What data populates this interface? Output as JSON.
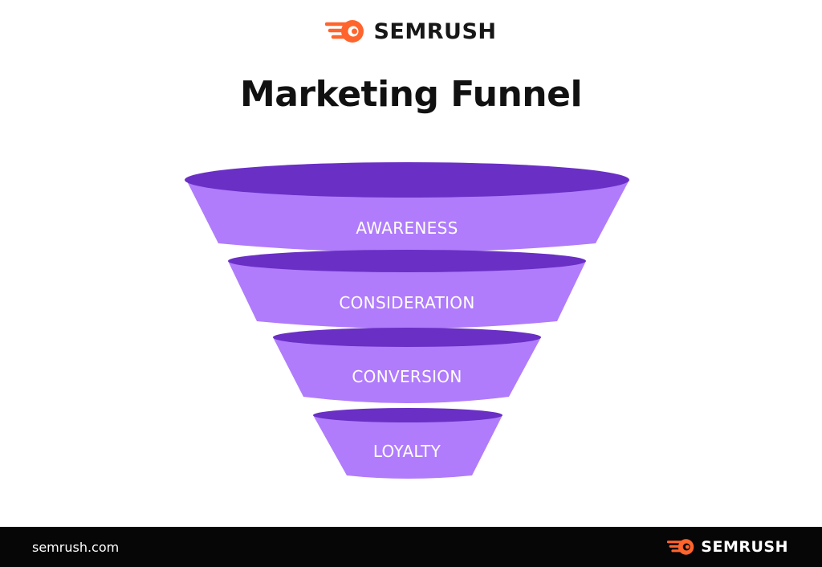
{
  "brand": {
    "name": "SEMRUSH",
    "accent_color": "#FF642D",
    "icon": "semrush-fireball-icon"
  },
  "title": "Marketing Funnel",
  "funnel": {
    "rim_color": "#6A2FC5",
    "body_color": "#B07CFB",
    "stages": [
      "AWARENESS",
      "CONSIDERATION",
      "CONVERSION",
      "LOYALTY"
    ]
  },
  "footer": {
    "url": "semrush.com",
    "background": "#060606"
  }
}
